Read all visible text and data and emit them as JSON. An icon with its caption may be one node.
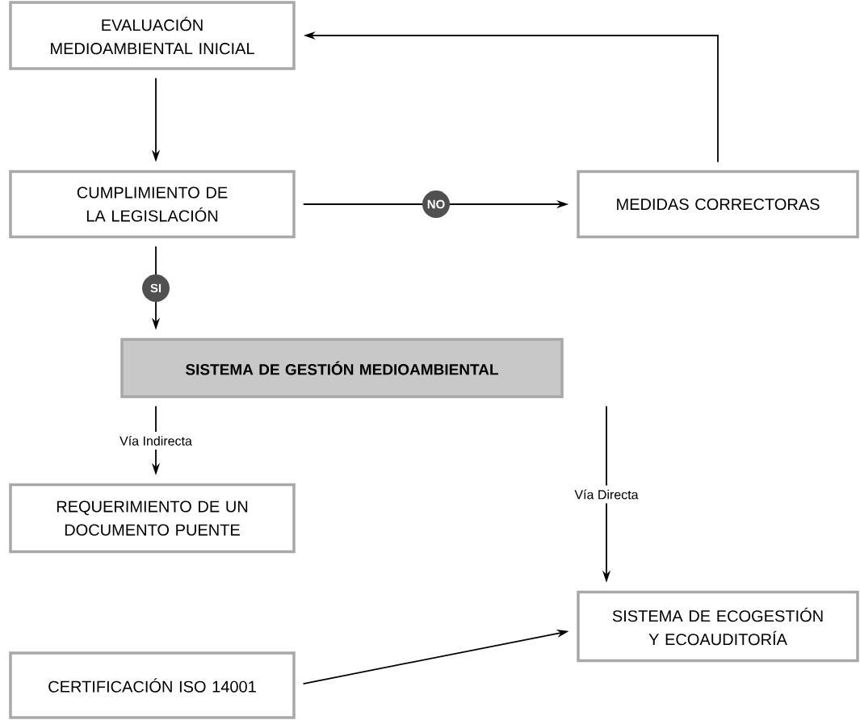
{
  "diagram": {
    "nodes": [
      {
        "text": [
          "EVALUACIÓN MEDIOAMBIENTAL INICIAL"
        ]
      },
      {
        "text": [
          "CUMPLIMIENTO DE LA LEGISLACIÓN"
        ]
      },
      {
        "text": [
          "MEDIDAS CORRECTORAS"
        ]
      },
      {
        "text": [
          "SISTEMA DE GESTIÓN MEDIOAMBIENTAL"
        ]
      },
      {
        "text": [
          "REQUERIMIENTO DE UN DOCUMENTO PUENTE"
        ]
      },
      {
        "text": [
          "SISTEMA DE ECOGESTIÓN Y ECOAUDITORÍA"
        ]
      },
      {
        "text": [
          "CERTIFICACIÓN ISO 14001"
        ]
      }
    ],
    "edges": [
      {
        "from": 0,
        "to": 1,
        "arrow": "to"
      },
      {
        "from": 1,
        "to": 2,
        "arrow": "to",
        "label": "NO"
      },
      {
        "from": 2,
        "to": 0,
        "arrow": "to"
      },
      {
        "from": 1,
        "to": 3,
        "arrow": "to",
        "label": "SI"
      },
      {
        "from": 3,
        "to": 4,
        "arrow": "to",
        "label": "Vía Indirecta"
      },
      {
        "from": 3,
        "to": 5,
        "arrow": "to",
        "label": "Vía Directa"
      },
      {
        "from": 6,
        "to": 5,
        "arrow": "to"
      }
    ]
  }
}
